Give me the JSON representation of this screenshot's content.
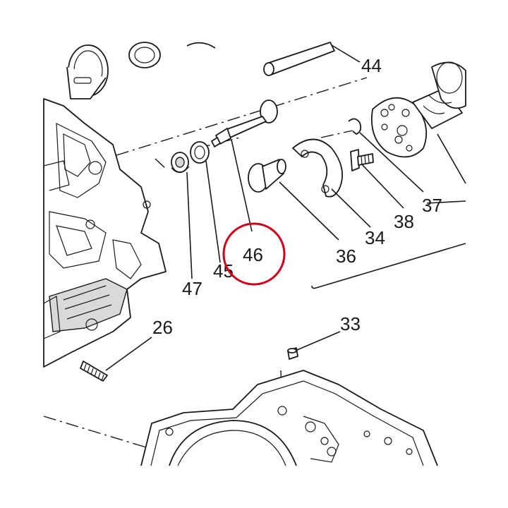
{
  "diagram": {
    "callouts": [
      {
        "id": "44",
        "text": "44"
      },
      {
        "id": "37",
        "text": "37"
      },
      {
        "id": "38",
        "text": "38"
      },
      {
        "id": "34",
        "text": "34"
      },
      {
        "id": "36",
        "text": "36"
      },
      {
        "id": "46",
        "text": "46"
      },
      {
        "id": "45",
        "text": "45"
      },
      {
        "id": "47",
        "text": "47"
      },
      {
        "id": "26",
        "text": "26"
      },
      {
        "id": "33",
        "text": "33"
      }
    ],
    "highlight": {
      "label": "46",
      "color": "#d0021b"
    },
    "ink_color": "#1a1a1a"
  }
}
